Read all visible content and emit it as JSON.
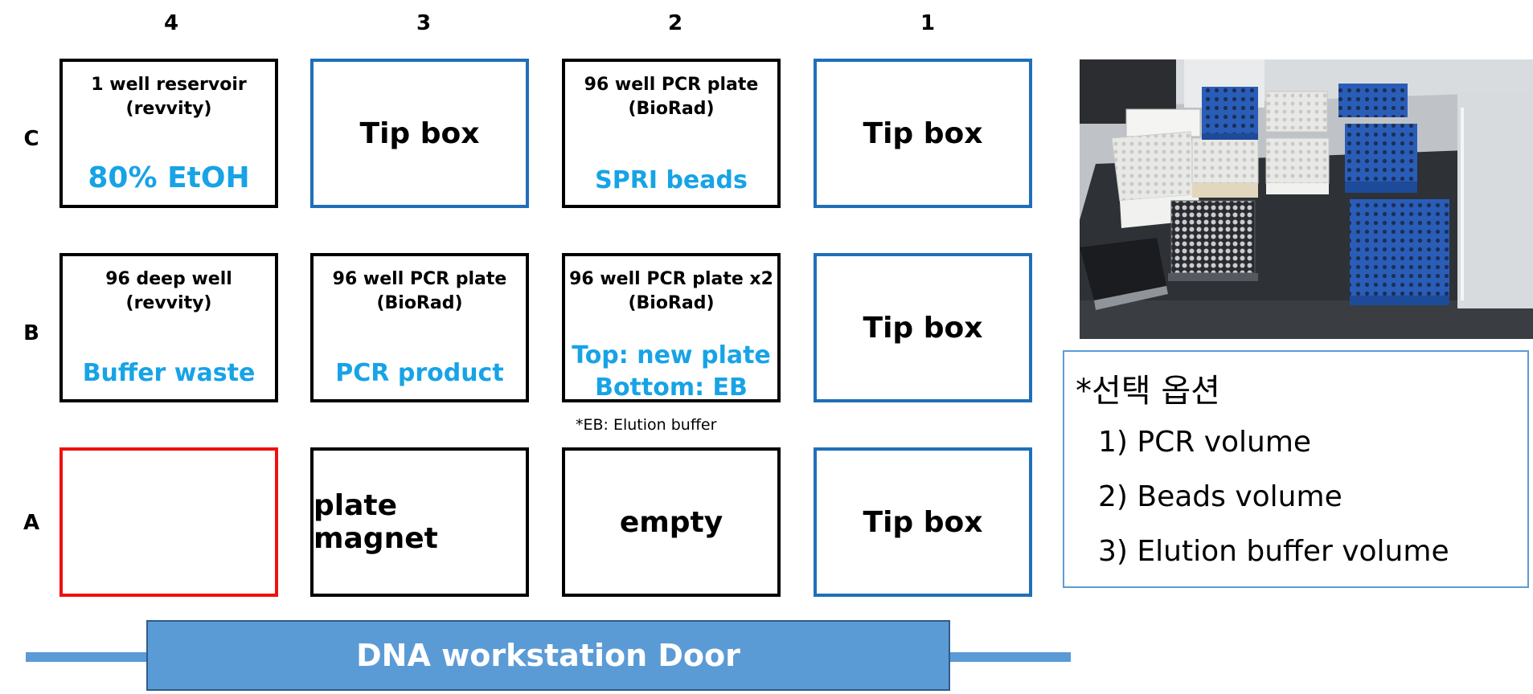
{
  "columns": [
    "4",
    "3",
    "2",
    "1"
  ],
  "rows": [
    "C",
    "B",
    "A"
  ],
  "slots": {
    "c4": {
      "header_line1": "1 well reservoir",
      "header_line2": "(revvity)",
      "content": "80% EtOH"
    },
    "c3": {
      "label": "Tip box"
    },
    "c2": {
      "header_line1": "96 well PCR plate",
      "header_line2": "(BioRad)",
      "content": "SPRI beads"
    },
    "c1": {
      "label": "Tip box"
    },
    "b4": {
      "header_line1": "96 deep well",
      "header_line2": "(revvity)",
      "content": "Buffer waste"
    },
    "b3": {
      "header_line1": "96 well PCR plate",
      "header_line2": "(BioRad)",
      "content": "PCR product"
    },
    "b2": {
      "header_line1": "96 well PCR plate x2",
      "header_line2": "(BioRad)",
      "content_line1": "Top: new plate",
      "content_line2": "Bottom: EB"
    },
    "b1": {
      "label": "Tip box"
    },
    "a4": {
      "label": ""
    },
    "a3": {
      "label": "plate magnet"
    },
    "a2": {
      "label": "empty"
    },
    "a1": {
      "label": "Tip box"
    }
  },
  "footnote": "*EB: Elution buffer",
  "door_label": "DNA workstation Door",
  "options": {
    "title": "*선택 옵션",
    "items": [
      "1) PCR volume",
      "2) Beads volume",
      "3) Elution buffer volume"
    ]
  },
  "colors": {
    "accent_text": "#17a3e6",
    "tipbox_border": "#1f6fb8",
    "highlight_border": "#ee1111",
    "door": "#5b9bd5"
  }
}
